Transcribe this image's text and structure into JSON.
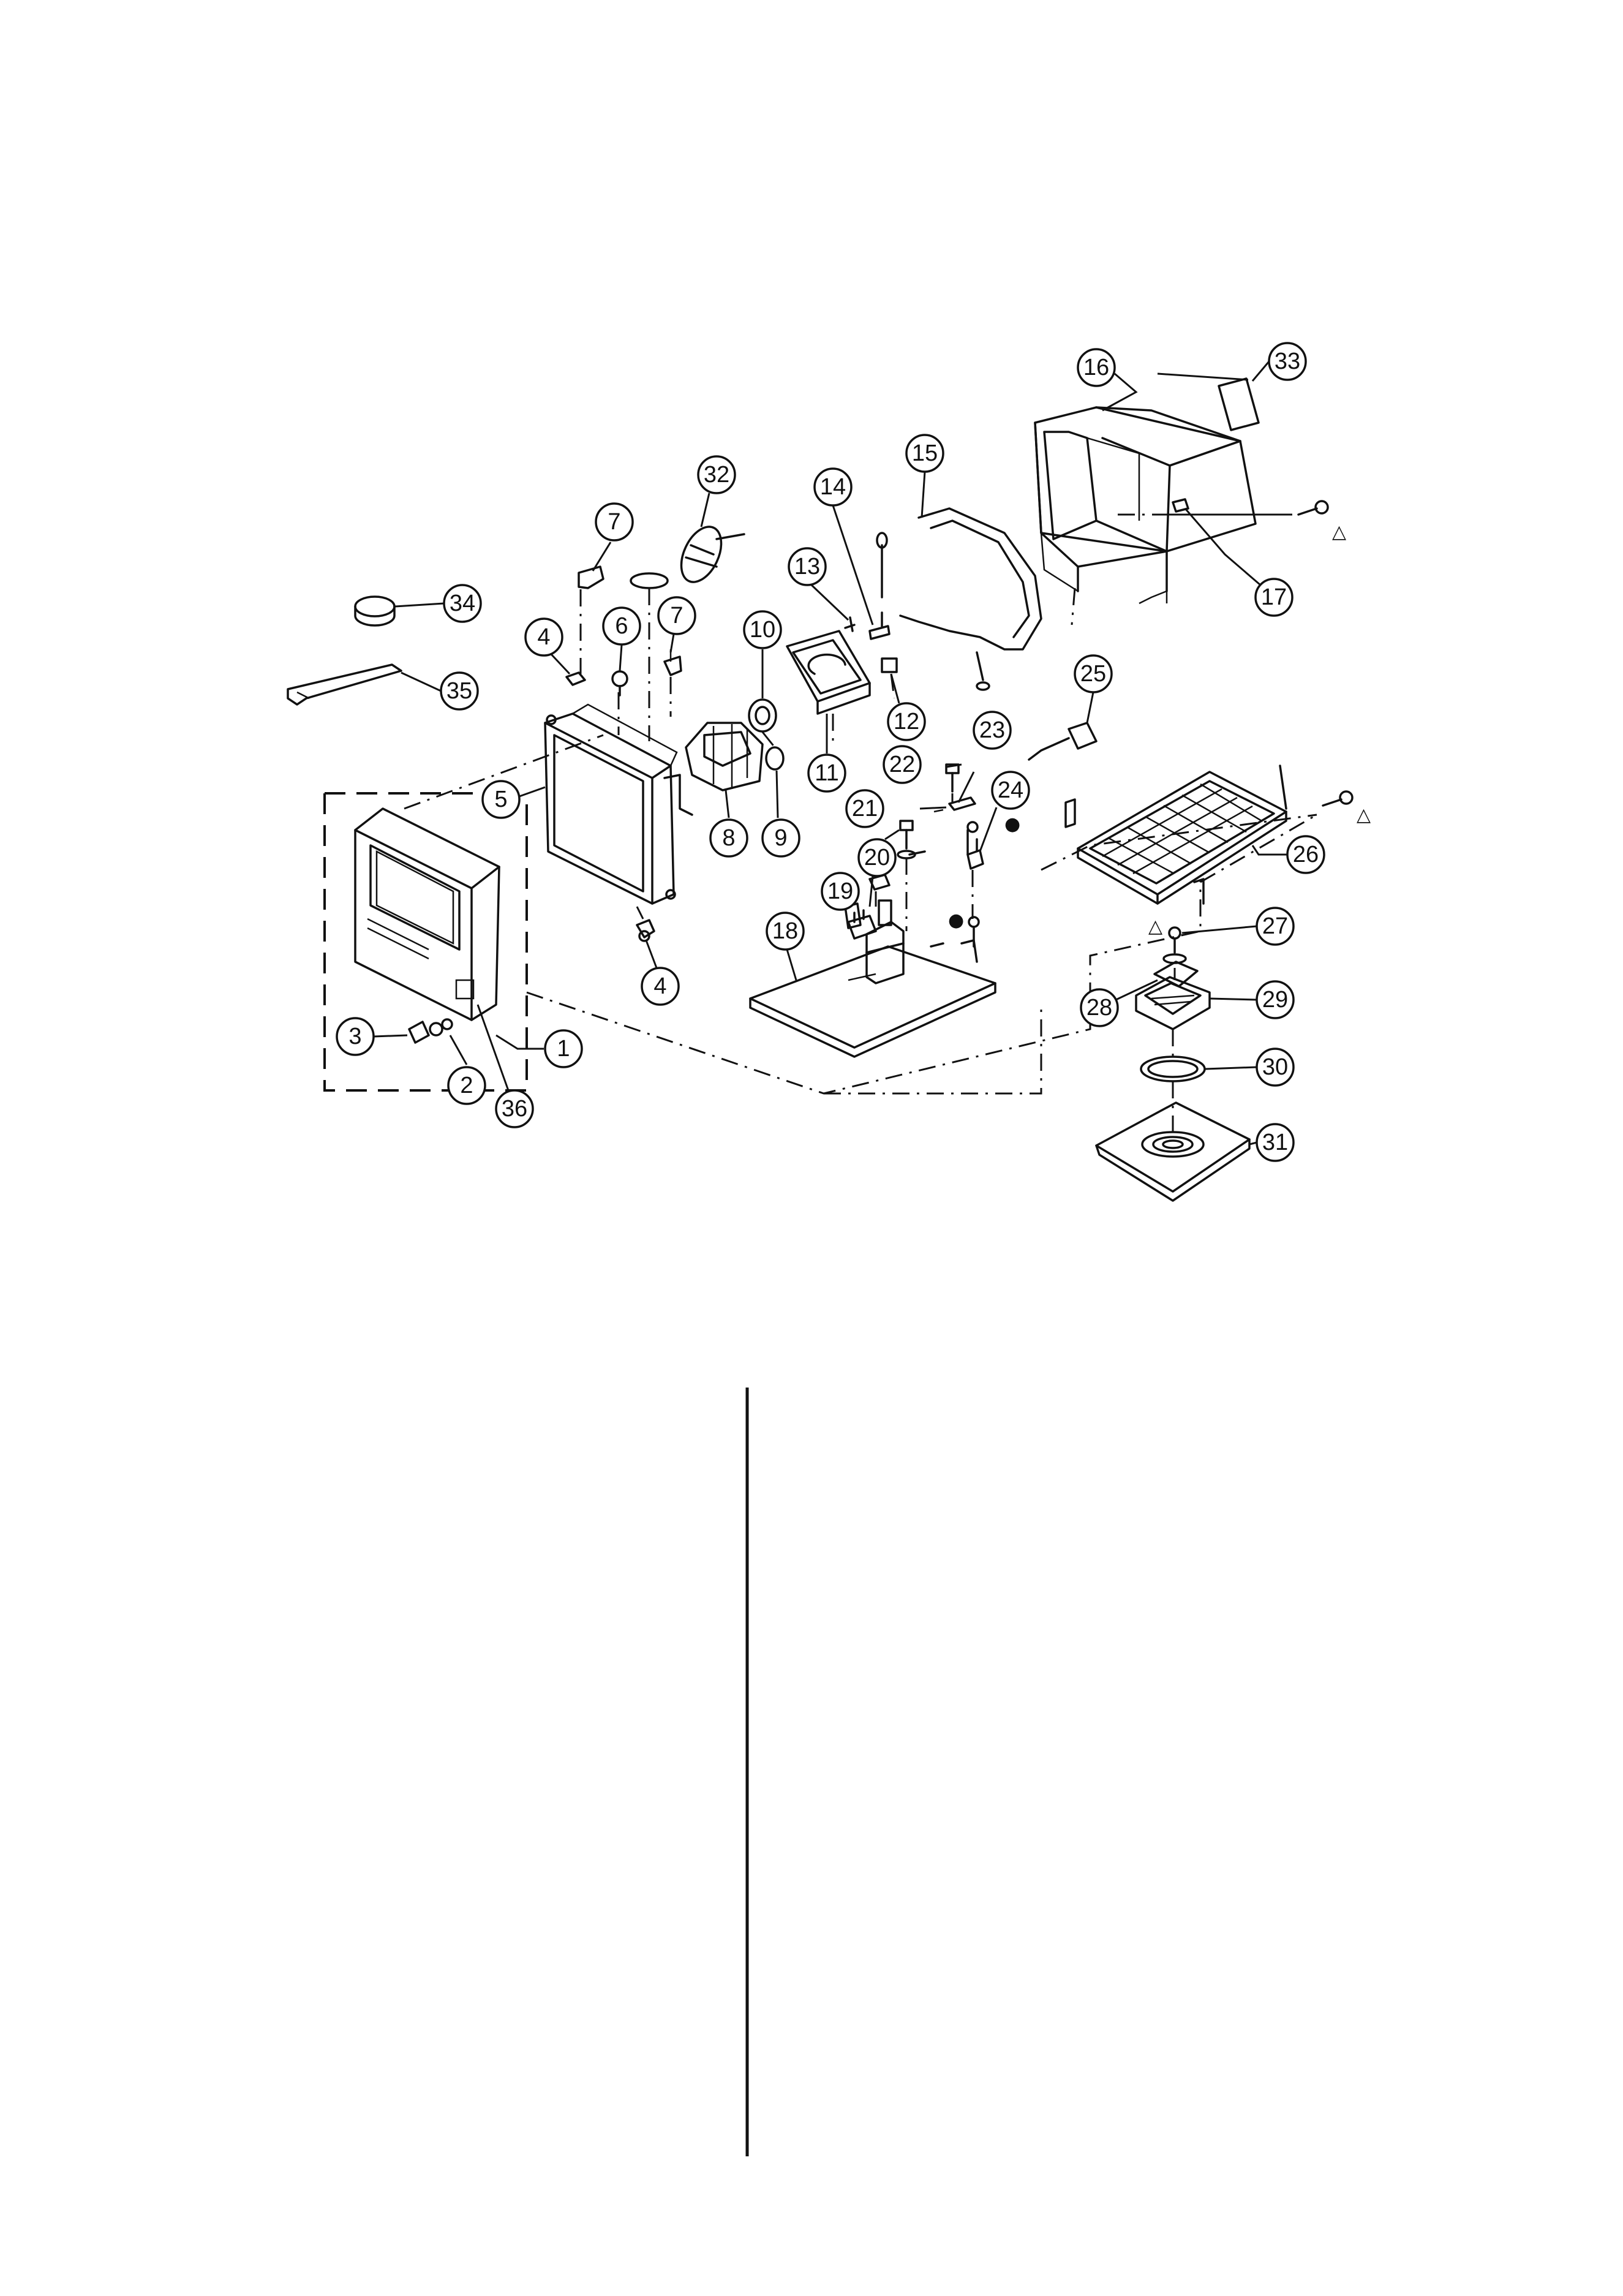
{
  "diagram": {
    "callouts": [
      {
        "label": "1"
      },
      {
        "label": "2"
      },
      {
        "label": "3"
      },
      {
        "label": "4"
      },
      {
        "label": "4"
      },
      {
        "label": "5"
      },
      {
        "label": "6"
      },
      {
        "label": "7"
      },
      {
        "label": "7"
      },
      {
        "label": "8"
      },
      {
        "label": "9"
      },
      {
        "label": "10"
      },
      {
        "label": "11"
      },
      {
        "label": "12"
      },
      {
        "label": "13"
      },
      {
        "label": "14"
      },
      {
        "label": "15"
      },
      {
        "label": "16"
      },
      {
        "label": "17"
      },
      {
        "label": "18"
      },
      {
        "label": "19"
      },
      {
        "label": "20"
      },
      {
        "label": "21"
      },
      {
        "label": "22"
      },
      {
        "label": "23"
      },
      {
        "label": "24"
      },
      {
        "label": "25"
      },
      {
        "label": "26"
      },
      {
        "label": "27"
      },
      {
        "label": "28"
      },
      {
        "label": "29"
      },
      {
        "label": "30"
      },
      {
        "label": "31"
      },
      {
        "label": "32"
      },
      {
        "label": "33"
      },
      {
        "label": "34"
      },
      {
        "label": "35"
      },
      {
        "label": "36"
      }
    ],
    "symbols": {
      "triangle": "△",
      "dot": "●"
    }
  }
}
